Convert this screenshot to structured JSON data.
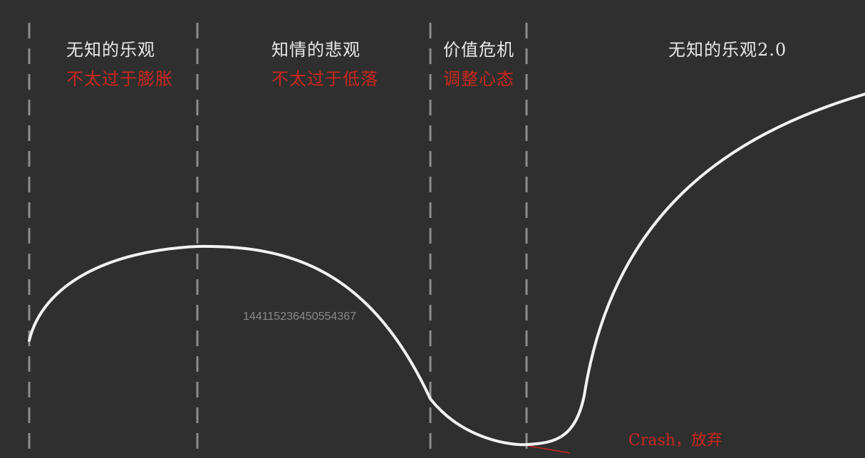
{
  "phases": [
    {
      "title": "无知的乐观",
      "advice": "不太过于膨胀"
    },
    {
      "title": "知情的悲观",
      "advice": "不太过于低落"
    },
    {
      "title": "价值危机",
      "advice": "调整心态"
    },
    {
      "title": "无知的乐观2.0",
      "advice": ""
    }
  ],
  "watermark": "1441152364505543​67",
  "crash_label": "Crash，放弃",
  "colors": {
    "background": "#2f2f2f",
    "curve": "#f2f2f2",
    "divider": "#8c8c8c",
    "title": "#e8e8e8",
    "advice": "#c8281e"
  }
}
